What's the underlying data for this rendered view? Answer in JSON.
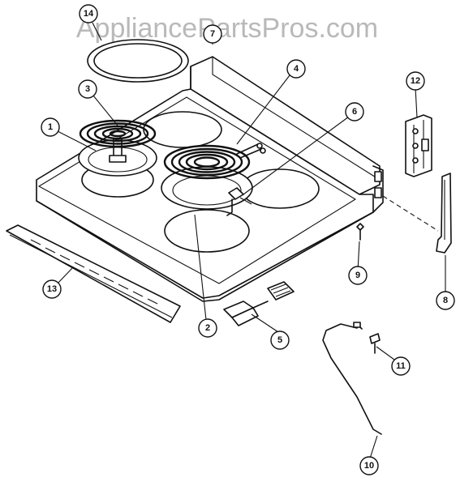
{
  "watermark": "AppliancePartsPros.com",
  "callouts": [
    {
      "id": "callout-14",
      "label": "14"
    },
    {
      "id": "callout-7",
      "label": "7"
    },
    {
      "id": "callout-4",
      "label": "4"
    },
    {
      "id": "callout-3",
      "label": "3"
    },
    {
      "id": "callout-12",
      "label": "12"
    },
    {
      "id": "callout-6",
      "label": "6"
    },
    {
      "id": "callout-1",
      "label": "1"
    },
    {
      "id": "callout-9",
      "label": "9"
    },
    {
      "id": "callout-8",
      "label": "8"
    },
    {
      "id": "callout-13",
      "label": "13"
    },
    {
      "id": "callout-2",
      "label": "2"
    },
    {
      "id": "callout-5",
      "label": "5"
    },
    {
      "id": "callout-11",
      "label": "11"
    },
    {
      "id": "callout-10",
      "label": "10"
    }
  ]
}
